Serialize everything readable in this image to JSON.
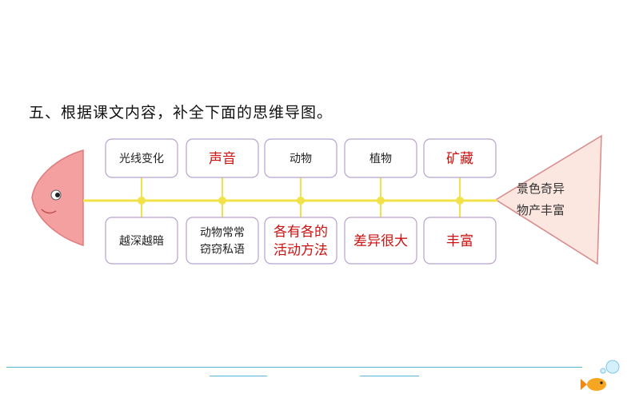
{
  "question": "五、根据课文内容，补全下面的思维导图。",
  "colors": {
    "head_fill": "#f4a0a0",
    "head_stroke": "#e07a7a",
    "spine": "#f2e24a",
    "box_stroke": "#b9a1cd",
    "tail_fill": "#fbe6e0",
    "tail_stroke": "#d98a8a",
    "answer_text": "#cc1111",
    "given_text": "#222222"
  },
  "top_boxes": [
    {
      "lines": [
        "光线变化"
      ],
      "answer": false
    },
    {
      "lines": [
        "声音"
      ],
      "answer": true
    },
    {
      "lines": [
        "动物"
      ],
      "answer": false
    },
    {
      "lines": [
        "植物"
      ],
      "answer": false
    },
    {
      "lines": [
        "矿藏"
      ],
      "answer": true
    }
  ],
  "bottom_boxes": [
    {
      "lines": [
        "越深越暗"
      ],
      "answer": false
    },
    {
      "lines": [
        "动物常常",
        "窃窃私语"
      ],
      "answer": false
    },
    {
      "lines": [
        "各有各的",
        "活动方法"
      ],
      "answer": true
    },
    {
      "lines": [
        "差异很大"
      ],
      "answer": true
    },
    {
      "lines": [
        "丰富"
      ],
      "answer": true
    }
  ],
  "tail": {
    "lines": [
      "景色奇异",
      "物产丰富"
    ]
  }
}
